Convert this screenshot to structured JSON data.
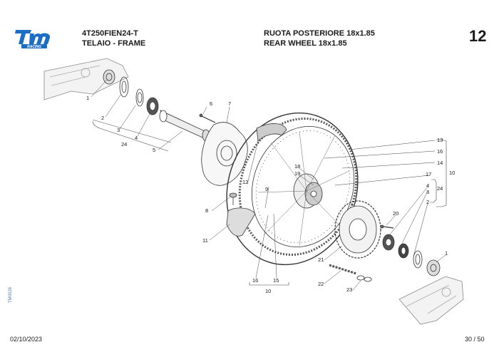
{
  "header": {
    "model_code": "4T250FIEN24-T",
    "section": "TELAIO - FRAME",
    "title_it": "RUOTA POSTERIORE 18x1.85",
    "title_en": "REAR WHEEL 18x1.85",
    "page_number": "12"
  },
  "logo": {
    "text": "tm",
    "sub": "RACING",
    "color": "#1a6fc4"
  },
  "footer": {
    "date": "02/10/2023",
    "page_counter": "30 / 50",
    "doc_code": "TM0026"
  },
  "callouts": {
    "c1a": "1",
    "c2a": "2",
    "c3a": "3",
    "c4a": "4",
    "c24a": "24",
    "c5": "5",
    "c6": "6",
    "c7": "7",
    "c8": "8",
    "c9": "9",
    "c11": "11",
    "c12": "12",
    "c13": "13",
    "c16a": "16",
    "c14": "14",
    "c18": "18",
    "c19": "19",
    "c17": "17",
    "c4b": "4",
    "c3b": "3",
    "c2b": "2",
    "c24b": "24",
    "c10a": "10",
    "c20": "20",
    "c1b": "1",
    "c21": "21",
    "c22": "22",
    "c23": "23",
    "c16b": "16",
    "c15": "15",
    "c10b": "10"
  }
}
